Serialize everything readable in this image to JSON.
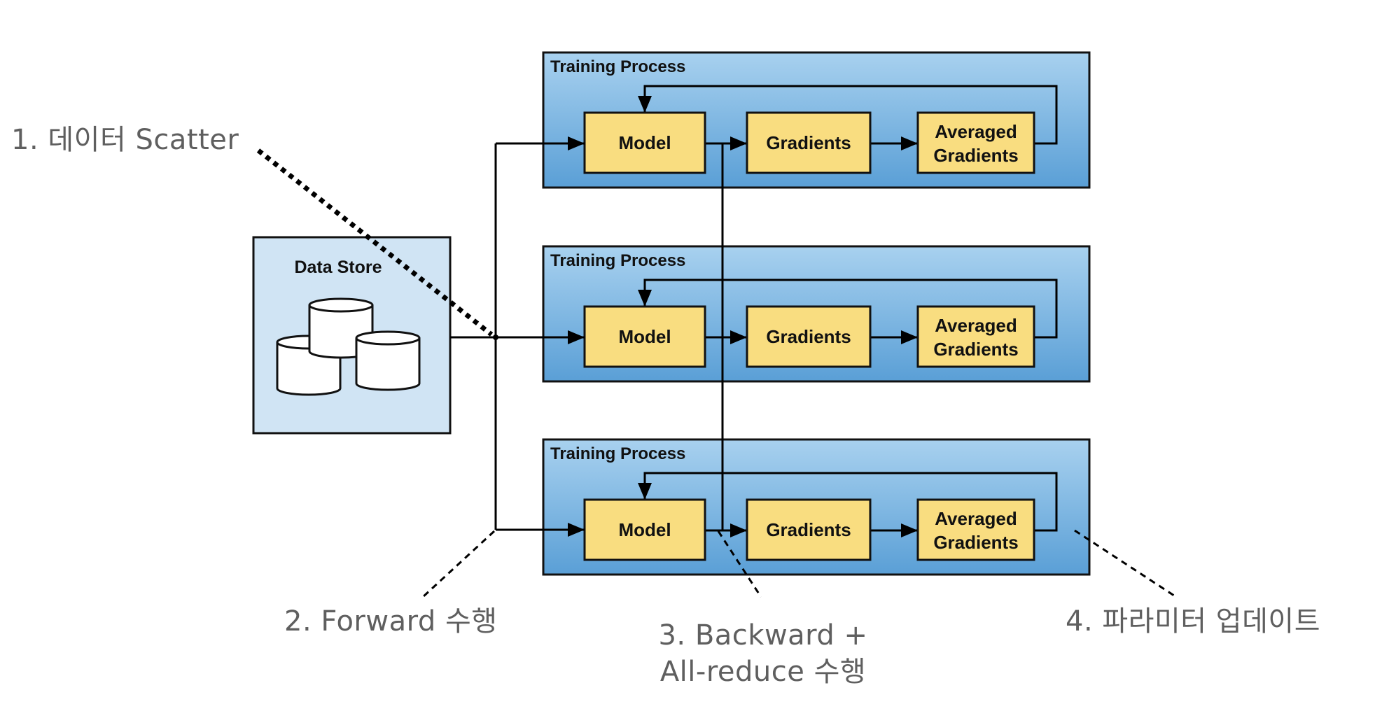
{
  "diagram": {
    "title": "Distributed data-parallel training flow",
    "data_store": {
      "label": "Data Store",
      "icon": "database-cylinders-icon"
    },
    "panels": [
      {
        "title": "Training Process",
        "nodes": [
          "Model",
          "Gradients",
          "Averaged Gradients"
        ]
      },
      {
        "title": "Training Process",
        "nodes": [
          "Model",
          "Gradients",
          "Averaged Gradients"
        ]
      },
      {
        "title": "Training Process",
        "nodes": [
          "Model",
          "Gradients",
          "Averaged Gradients"
        ]
      }
    ],
    "node_lines": {
      "model": "Model",
      "gradients": "Gradients",
      "averaged_line1": "Averaged",
      "averaged_line2": "Gradients"
    },
    "annotations": {
      "step1": "1. 데이터 Scatter",
      "step2": "2. Forward 수행",
      "step3_line1": "3. Backward +",
      "step3_line2": "All-reduce 수행",
      "step4": "4. 파라미터 업데이트"
    },
    "colors": {
      "panel_top": "#a8d1ef",
      "panel_bottom": "#5a9fd6",
      "node_fill": "#f9dd80",
      "store_fill": "#d0e4f4",
      "annotation_text": "#5f5f5f",
      "line": "#000000"
    }
  }
}
